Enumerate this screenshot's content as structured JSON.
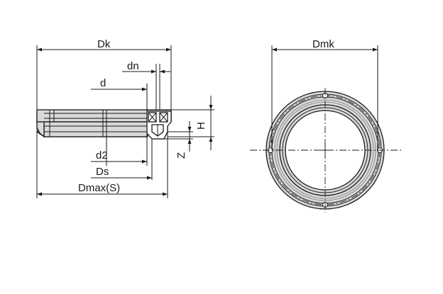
{
  "labels": {
    "dk": "Dk",
    "dn": "dn",
    "d": "d",
    "d2": "d2",
    "ds": "Ds",
    "dmax": "Dmax(S)",
    "h": "H",
    "z": "Z",
    "dmk": "Dmk"
  },
  "colors": {
    "line": "#1a1a1a",
    "fill": "#d9d9d9",
    "background": "#ffffff"
  }
}
